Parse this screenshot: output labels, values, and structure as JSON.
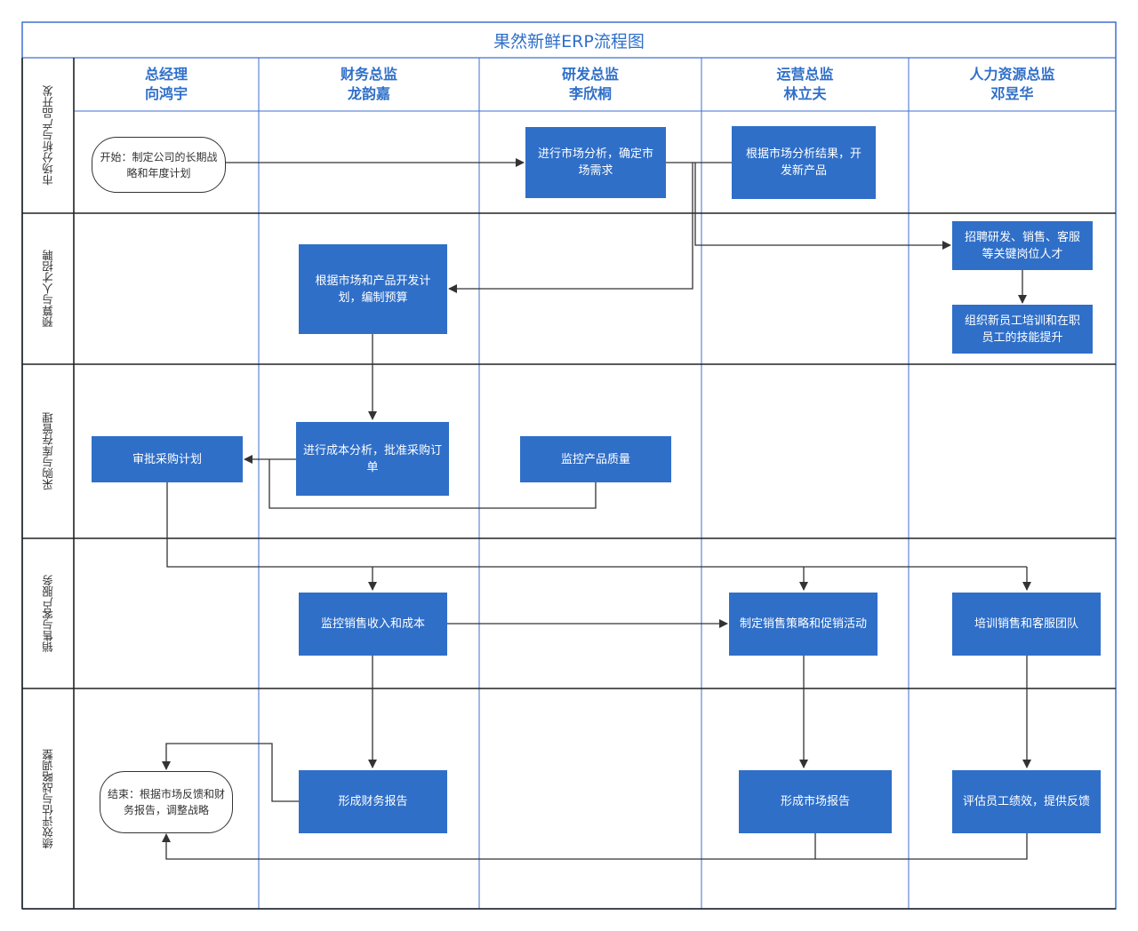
{
  "title": "果然新鲜ERP流程图",
  "columns": [
    {
      "role": "总经理",
      "person": "向鸿宇"
    },
    {
      "role": "财务总监",
      "person": "龙韵嘉"
    },
    {
      "role": "研发总监",
      "person": "李欣桐"
    },
    {
      "role": "运营总监",
      "person": "林立夫"
    },
    {
      "role": "人力资源总监",
      "person": "邓昱华"
    }
  ],
  "lanes": [
    "市场分析与产品开发",
    "预算与人才招聘",
    "采购与库存管理",
    "销售与客户服务",
    "绩效评估与战略调整"
  ],
  "nodes": {
    "start": "开始：制定公司的长期战略和年度计划",
    "market_analysis": "进行市场分析，确定市场需求",
    "new_product": "根据市场分析结果，开发新产品",
    "budget": "根据市场和产品开发计划，编制预算",
    "recruit": "招聘研发、销售、客服等关键岗位人才",
    "training": "组织新员工培训和在职员工的技能提升",
    "cost_analysis": "进行成本分析，批准采购订单",
    "approve_purchase": "审批采购计划",
    "quality": "监控产品质量",
    "sales_monitor": "监控销售收入和成本",
    "sales_strategy": "制定销售策略和促销活动",
    "train_sales": "培训销售和客服团队",
    "finance_report": "形成财务报告",
    "market_report": "形成市场报告",
    "evaluate": "评估员工绩效，提供反馈",
    "end": "结束：根据市场反馈和财务报告，调整战略"
  },
  "colors": {
    "accent": "#2f6fc8",
    "box_fill": "#2f6fc8",
    "line": "#333333",
    "grid": "#3f6fd0",
    "lane_divider": "#222222"
  }
}
